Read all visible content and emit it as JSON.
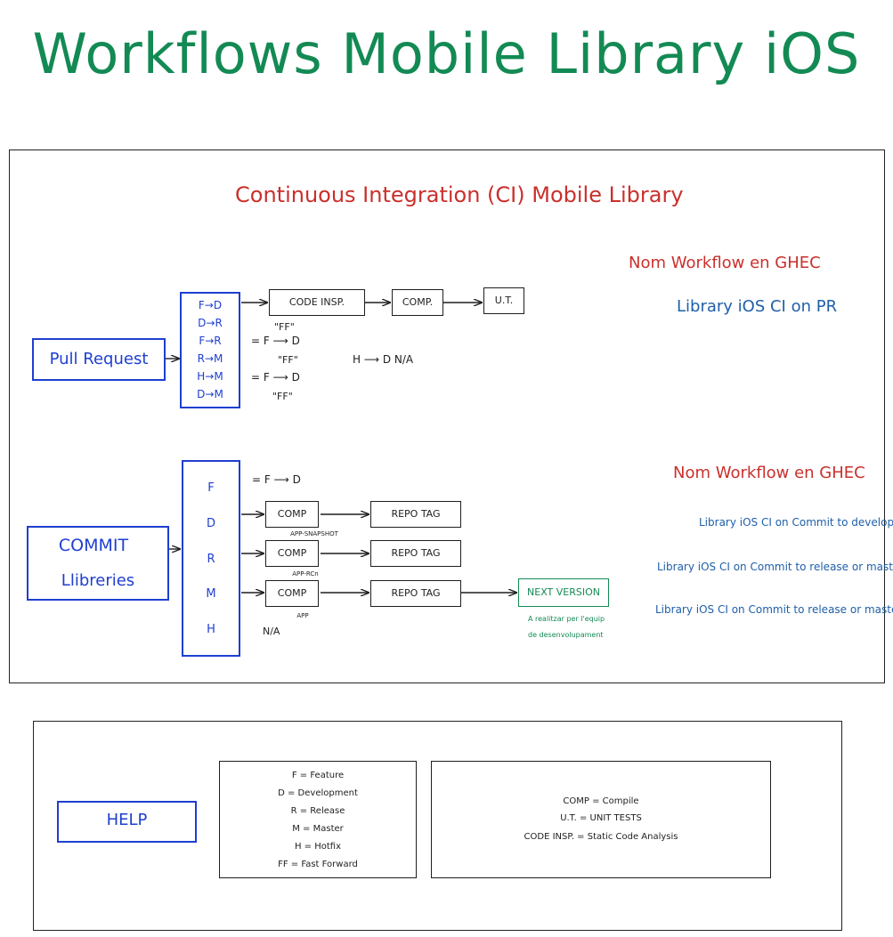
{
  "title": "Workflows Mobile Library iOS",
  "ci_section": {
    "heading": "Continuous Integration (CI) Mobile Library",
    "pr": {
      "trigger_label": "Pull Request",
      "branches": [
        "F→D",
        "D→R",
        "F→R",
        "R→M",
        "H→M",
        "D→M"
      ],
      "pipeline": [
        "CODE INSP.",
        "COMP.",
        "U.T."
      ],
      "ff_note_1": "\"FF\"",
      "eq_1": "= F ⟶ D",
      "ff_note_2": "\"FF\"",
      "h_to_d": "H ⟶ D   N/A",
      "eq_2": "= F ⟶ D",
      "ff_note_3": "\"FF\"",
      "ghec_label": "Nom Workflow en GHEC",
      "ghec_workflow": "Library iOS CI on PR"
    },
    "commit": {
      "trigger_line1": "COMMIT",
      "trigger_line2": "Llibreries",
      "branches": [
        "F",
        "D",
        "R",
        "M",
        "H"
      ],
      "f_eq": "= F ⟶ D",
      "rows": [
        {
          "comp": "COMP",
          "tag": "REPO TAG",
          "sub": "APP-SNAPSHOT"
        },
        {
          "comp": "COMP",
          "tag": "REPO TAG",
          "sub": "APP-RCn"
        },
        {
          "comp": "COMP",
          "tag": "REPO TAG",
          "sub": "APP"
        }
      ],
      "next_version": "NEXT VERSION",
      "next_note_1": "A realitzar per l'equip",
      "next_note_2": "de desenvolupament",
      "h_na": "N/A",
      "ghec_label": "Nom Workflow en GHEC",
      "ghec_workflows": [
        "Library iOS CI on Commit to develop",
        "Library iOS CI on Commit to release or master",
        "Library iOS CI on Commit to release or master"
      ]
    }
  },
  "help": {
    "label": "HELP",
    "legend_branches": [
      "F = Feature",
      "D = Development",
      "R = Release",
      "M = Master",
      "H = Hotfix",
      "FF = Fast Forward"
    ],
    "legend_steps": [
      "COMP = Compile",
      "U.T. = UNIT TESTS",
      "CODE INSP. = Static Code Analysis"
    ]
  },
  "colors": {
    "title": "#138a54",
    "heading": "#c9302c",
    "trigger": "#1e3fd0",
    "workflow_name": "#1f5fa8",
    "note": "#138a54"
  }
}
